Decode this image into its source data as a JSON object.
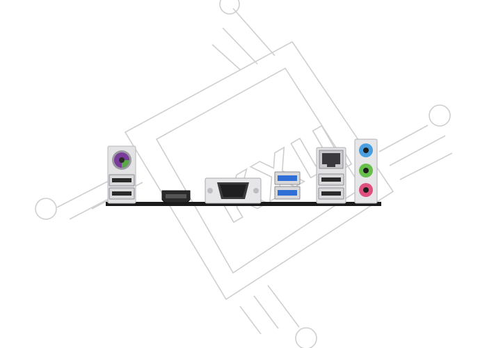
{
  "watermark": {
    "text": "КХЦ"
  },
  "colors": {
    "background": "#ffffff",
    "bracket": "#1b1b1b",
    "port_shell": "#e8e8ea",
    "ps2_purple": "#7a3c9b",
    "ps2_green": "#5aa848",
    "usb3_blue": "#2f6fd6",
    "audio_blue": "#4a9fe0",
    "audio_green": "#66bf4a",
    "audio_pink": "#e0507f",
    "watermark_line": "#cfcfcf"
  },
  "ports": [
    {
      "name": "ps2-combo-port",
      "icon": "ps2-port-icon"
    },
    {
      "name": "usb2-port-pair-left",
      "icon": "usb-port-icon"
    },
    {
      "name": "hdmi-port",
      "icon": "hdmi-port-icon"
    },
    {
      "name": "vga-port",
      "icon": "vga-port-icon"
    },
    {
      "name": "usb3-port-pair",
      "icon": "usb3-port-icon"
    },
    {
      "name": "ethernet-port",
      "icon": "rj45-port-icon"
    },
    {
      "name": "usb2-port-pair-right",
      "icon": "usb-port-icon"
    },
    {
      "name": "audio-jacks",
      "icon": "audio-jack-icon"
    }
  ]
}
